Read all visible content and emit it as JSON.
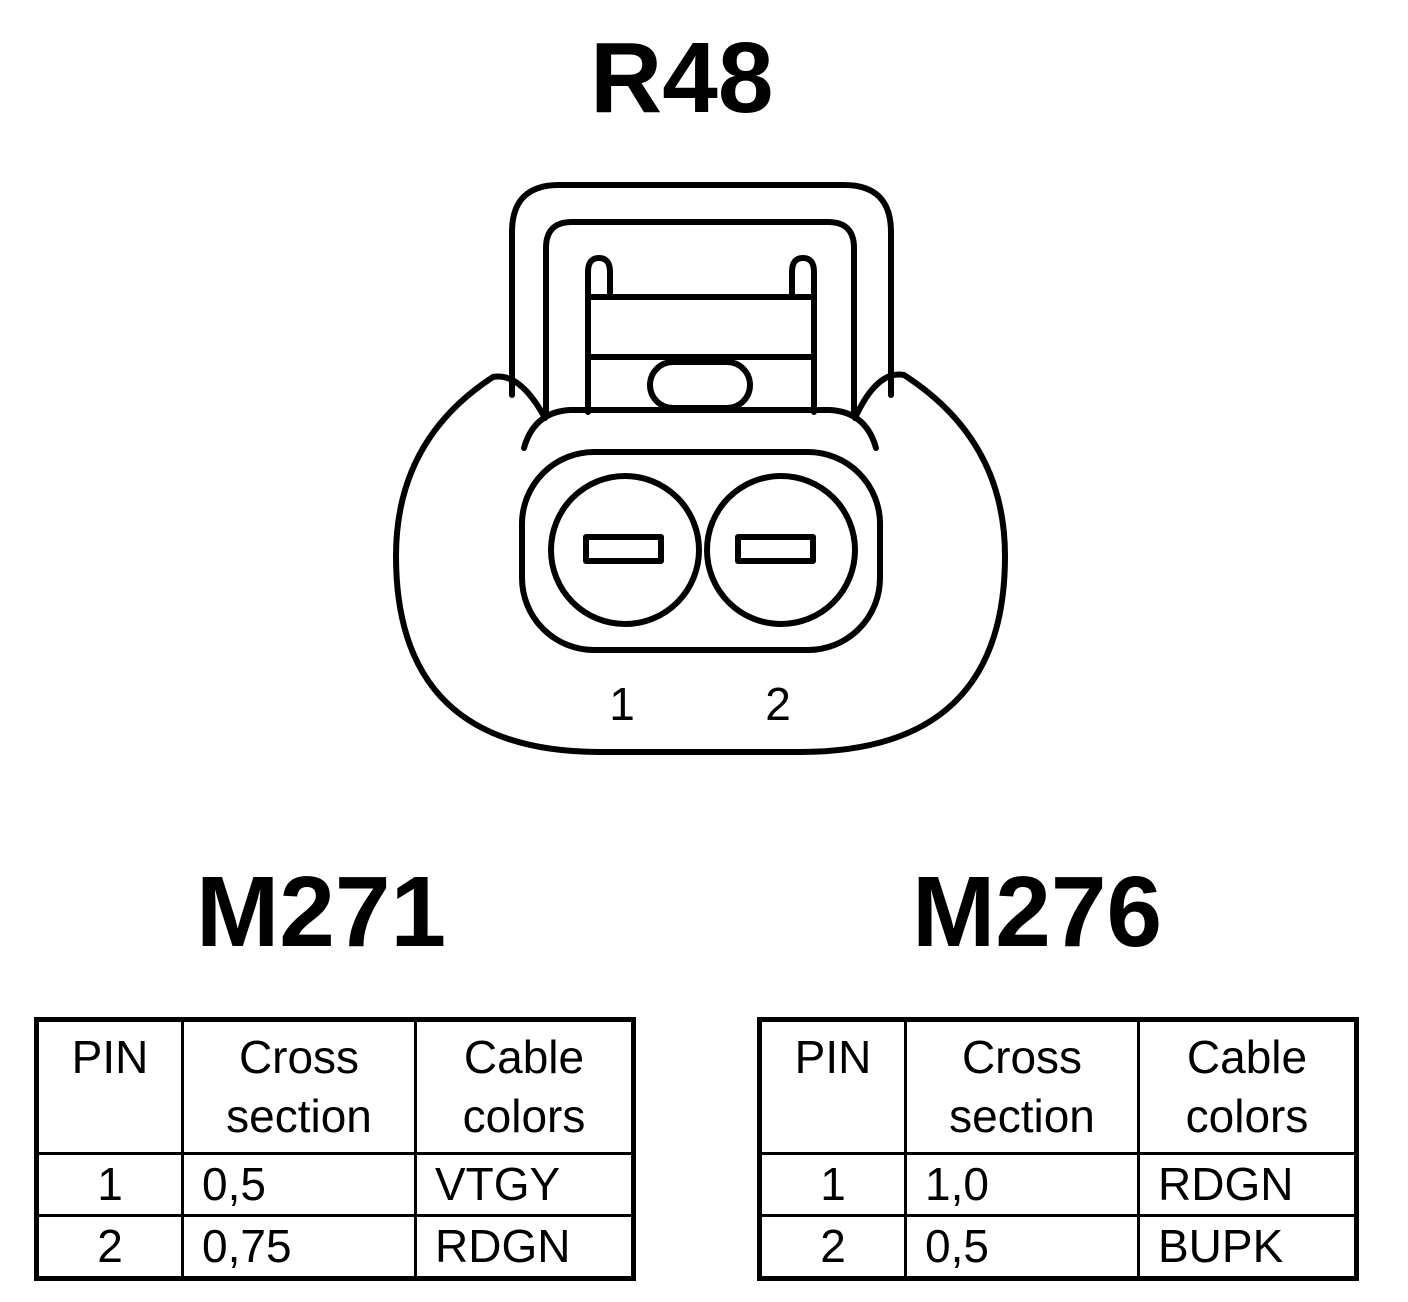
{
  "connector": {
    "title": "R48",
    "pin_labels": [
      "1",
      "2"
    ]
  },
  "tables": [
    {
      "title": "M271",
      "headers": [
        "PIN",
        "Cross section",
        "Cable colors"
      ],
      "rows": [
        {
          "pin": "1",
          "cross_section": "0,5",
          "cable_colors": "VTGY"
        },
        {
          "pin": "2",
          "cross_section": "0,75",
          "cable_colors": "RDGN"
        }
      ]
    },
    {
      "title": "M276",
      "headers": [
        "PIN",
        "Cross section",
        "Cable colors"
      ],
      "rows": [
        {
          "pin": "1",
          "cross_section": "1,0",
          "cable_colors": "RDGN"
        },
        {
          "pin": "2",
          "cross_section": "0,5",
          "cable_colors": "BUPK"
        }
      ]
    }
  ]
}
